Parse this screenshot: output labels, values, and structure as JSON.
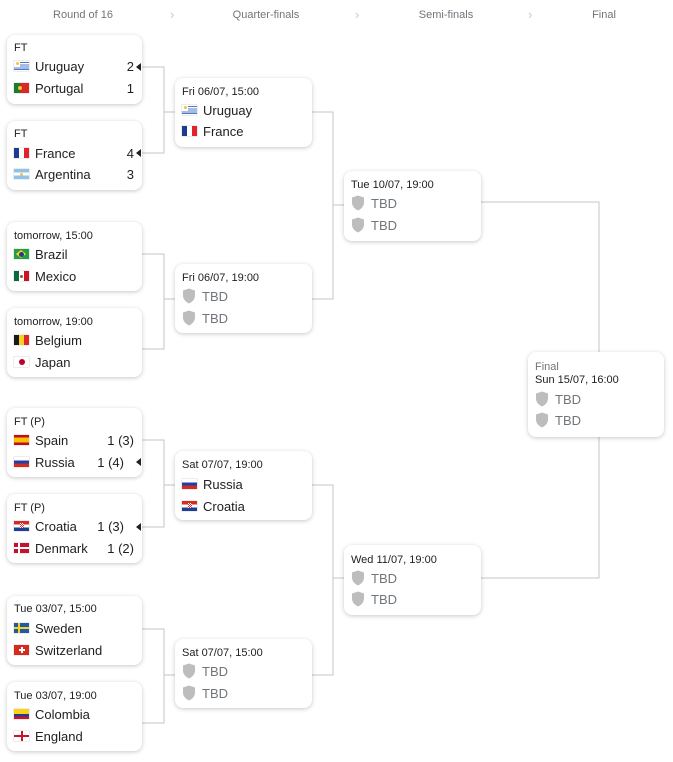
{
  "rounds": {
    "r16": "Round of 16",
    "qf": "Quarter-finals",
    "sf": "Semi-finals",
    "final": "Final"
  },
  "matches": {
    "r16_1": {
      "status": "FT",
      "team1": "Uruguay",
      "score1": "2",
      "team2": "Portugal",
      "score2": "1"
    },
    "r16_2": {
      "status": "FT",
      "team1": "France",
      "score1": "4",
      "team2": "Argentina",
      "score2": "3"
    },
    "r16_3": {
      "status": "tomorrow, 15:00",
      "team1": "Brazil",
      "team2": "Mexico"
    },
    "r16_4": {
      "status": "tomorrow, 19:00",
      "team1": "Belgium",
      "team2": "Japan"
    },
    "r16_5": {
      "status": "FT (P)",
      "team1": "Spain",
      "score1": "1 (3)",
      "team2": "Russia",
      "score2": "1 (4)"
    },
    "r16_6": {
      "status": "FT (P)",
      "team1": "Croatia",
      "score1": "1 (3)",
      "team2": "Denmark",
      "score2": "1 (2)"
    },
    "r16_7": {
      "status": "Tue 03/07, 15:00",
      "team1": "Sweden",
      "team2": "Switzerland"
    },
    "r16_8": {
      "status": "Tue 03/07, 19:00",
      "team1": "Colombia",
      "team2": "England"
    },
    "qf_1": {
      "status": "Fri 06/07, 15:00",
      "team1": "Uruguay",
      "team2": "France"
    },
    "qf_2": {
      "status": "Fri 06/07, 19:00",
      "team1": "TBD",
      "team2": "TBD"
    },
    "qf_3": {
      "status": "Sat 07/07, 19:00",
      "team1": "Russia",
      "team2": "Croatia"
    },
    "qf_4": {
      "status": "Sat 07/07, 15:00",
      "team1": "TBD",
      "team2": "TBD"
    },
    "sf_1": {
      "status": "Tue 10/07, 19:00",
      "team1": "TBD",
      "team2": "TBD"
    },
    "sf_2": {
      "status": "Wed 11/07, 19:00",
      "team1": "TBD",
      "team2": "TBD"
    },
    "final": {
      "label": "Final",
      "status": "Sun 15/07, 16:00",
      "team1": "TBD",
      "team2": "TBD"
    }
  },
  "colors": {
    "text": "#202124",
    "secondary": "#70757a",
    "line": "#c6c6c6",
    "shield": "#bdbdbd"
  }
}
